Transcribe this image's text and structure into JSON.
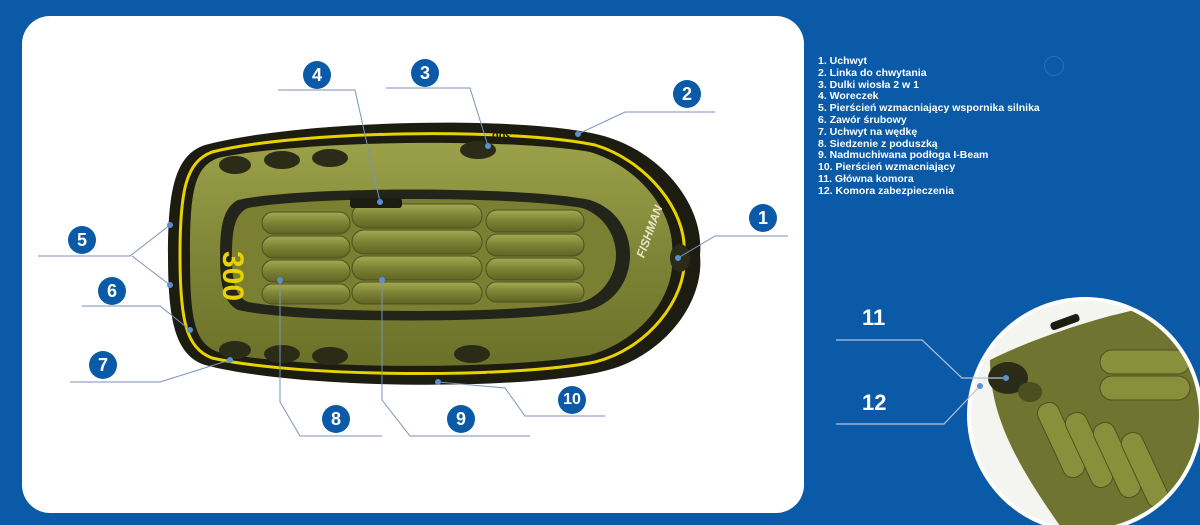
{
  "legend": [
    "1. Uchwyt",
    "2. Linka do chwytania",
    "3. Dulki wiosła 2 w 1",
    "4. Woreczek",
    "5. Pierścień wzmacniający wspornika silnika",
    "6. Zawór śrubowy",
    "7. Uchwyt na wędkę",
    "8. Siedzenie z poduszką",
    "9. Nadmuchiwana podłoga I-Beam",
    "10. Pierścień wzmacniający",
    "11. Główna komora",
    "12. Komora zabezpieczenia"
  ],
  "callouts": {
    "c1": "1",
    "c2": "2",
    "c3": "3",
    "c4": "4",
    "c5": "5",
    "c6": "6",
    "c7": "7",
    "c8": "8",
    "c9": "9",
    "c10": "10",
    "c11": "11",
    "c12": "12"
  },
  "boat": {
    "model_number": "300",
    "brand": "FISHMAN",
    "colors": {
      "hull": "#8a8f3c",
      "hull_dark": "#5d6326",
      "trim": "#e8d200",
      "outline": "#1a1c10",
      "accent": "#0a5aa8"
    }
  }
}
